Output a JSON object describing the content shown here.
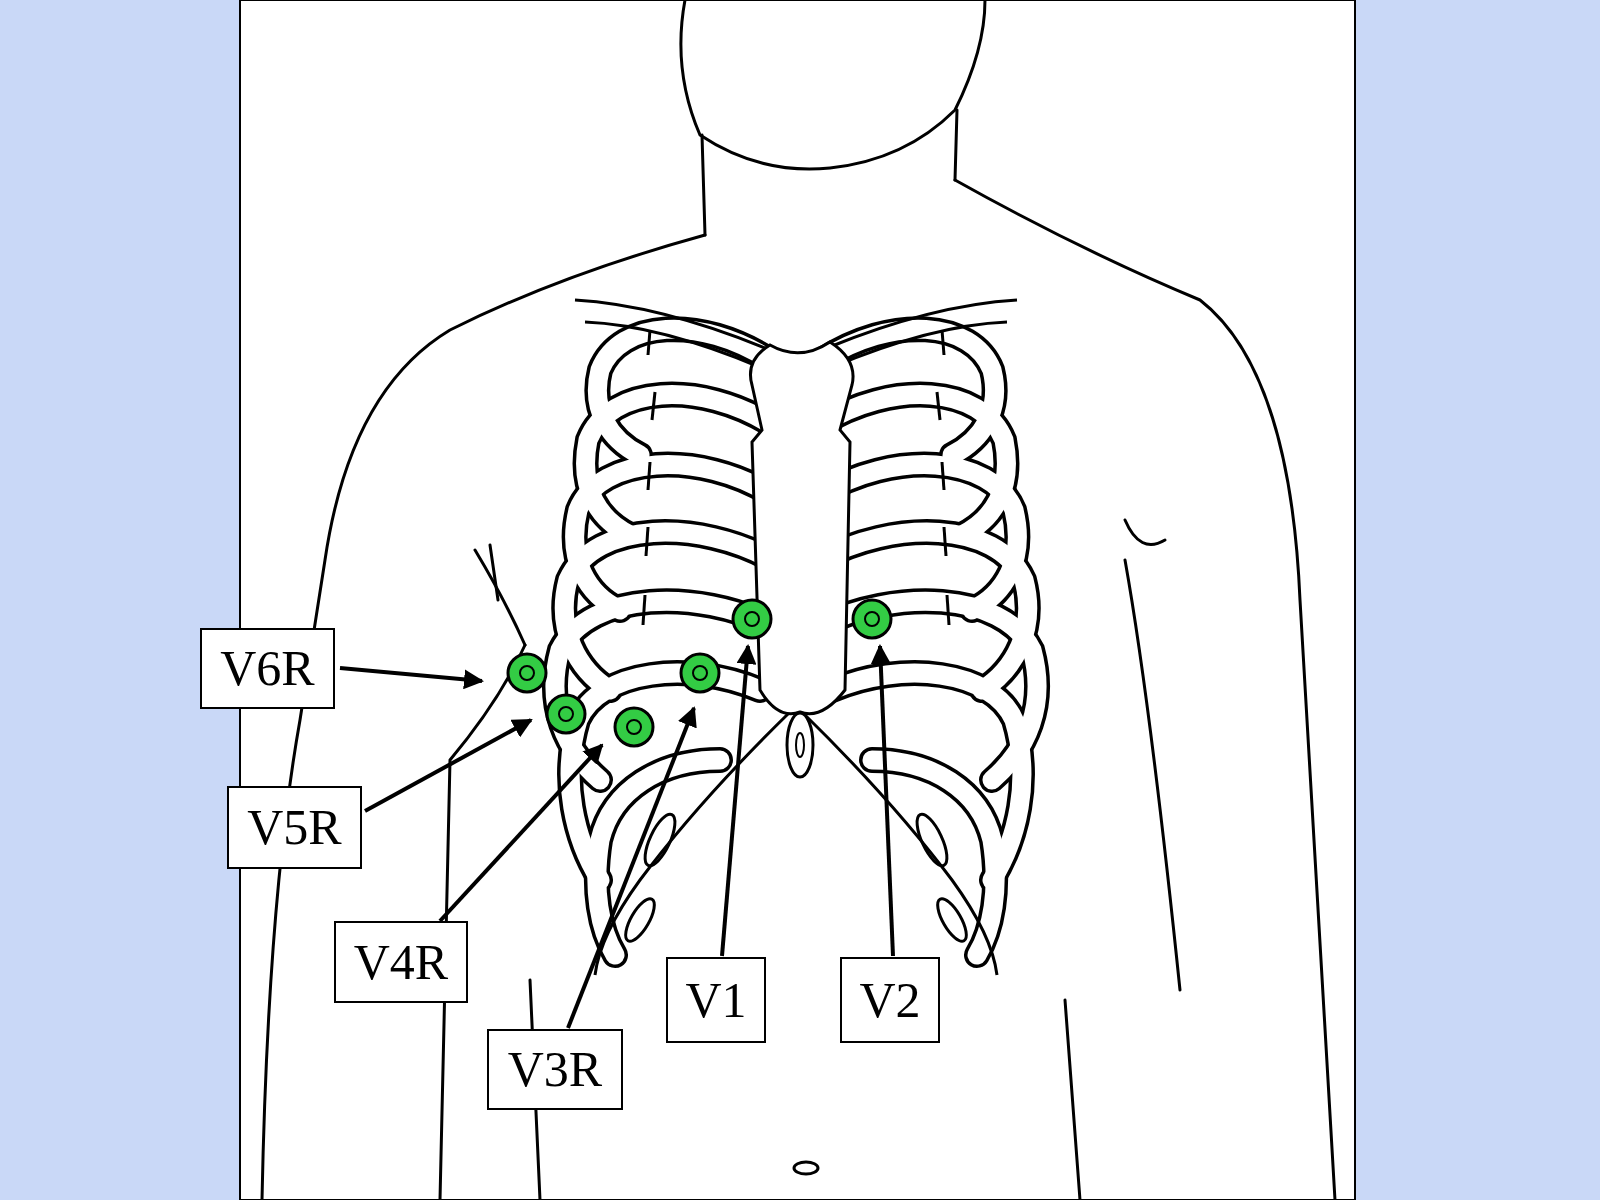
{
  "diagram": {
    "nodes": [
      {
        "text": [
          "V6R"
        ]
      },
      {
        "text": [
          "V5R"
        ]
      },
      {
        "text": [
          "V4R"
        ]
      },
      {
        "text": [
          "V3R"
        ]
      },
      {
        "text": [
          "V1"
        ]
      },
      {
        "text": [
          "V2"
        ]
      }
    ]
  }
}
